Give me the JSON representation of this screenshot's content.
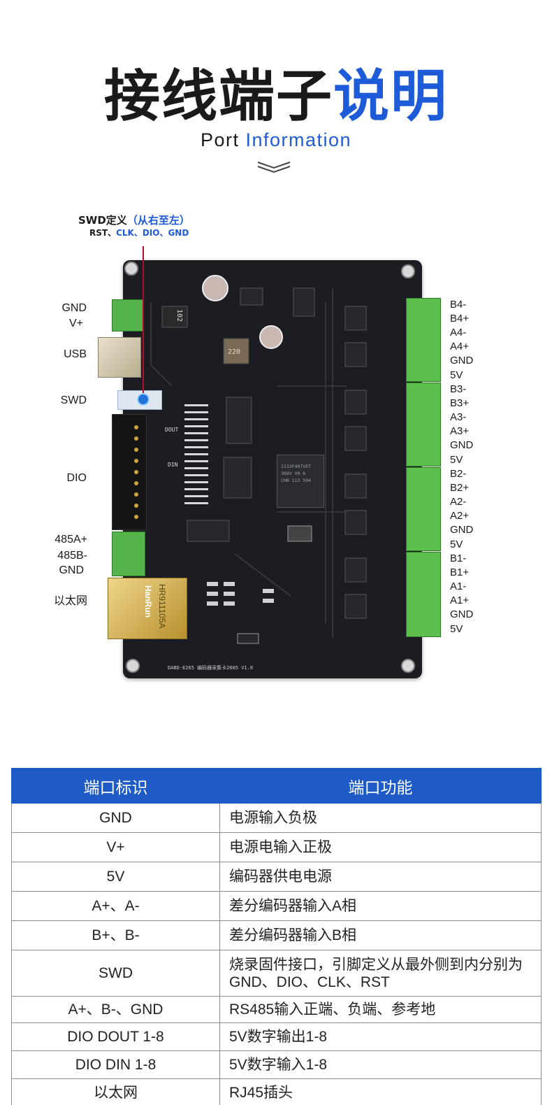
{
  "header": {
    "title_dark": "接线端子",
    "title_blue": "说明",
    "subtitle_dark": "Port",
    "subtitle_blue": "Information"
  },
  "swd_definition": {
    "title_dark": "SWD定义",
    "title_blue": "（从右至左）",
    "pins_dark": "RST、",
    "pins_blue": "CLK、DIO、GND"
  },
  "left_labels": {
    "gnd": "GND",
    "vplus": "V+",
    "usb": "USB",
    "swd": "SWD",
    "dio": "DIO",
    "rs485_a": "485A+",
    "rs485_b": "485B-",
    "rs485_gnd": "GND",
    "ethernet": "以太网"
  },
  "right_labels": [
    "B4-",
    "B4+",
    "A4-",
    "A4+",
    "GND",
    "5V",
    "B3-",
    "B3+",
    "A3-",
    "A3+",
    "GND",
    "5V",
    "B2-",
    "B2+",
    "A2-",
    "A2+",
    "GND",
    "5V",
    "B1-",
    "B1+",
    "A1-",
    "A1+",
    "GND",
    "5V"
  ],
  "board_silk": {
    "mcu_line1": "1132F407VET",
    "mcu_line2": "368V V0 6",
    "mcu_line3": "CHN 113 504",
    "inductor": "102",
    "inductor2": "220",
    "board_name": "DABD-E265 编码器采集卡2605 V1.0",
    "rj45_brand": "HanRun",
    "rj45_model": "HR911105A",
    "dout": "DOUT",
    "din": "DIN"
  },
  "table": {
    "headers": [
      "端口标识",
      "端口功能"
    ],
    "rows": [
      {
        "port": "GND",
        "function": "电源输入负极"
      },
      {
        "port": "V+",
        "function": "电源电输入正极"
      },
      {
        "port": "5V",
        "function": "编码器供电电源"
      },
      {
        "port": "A+、A-",
        "function": "差分编码器输入A相"
      },
      {
        "port": "B+、B-",
        "function": "差分编码器输入B相"
      },
      {
        "port": "SWD",
        "function": "烧录固件接口，引脚定义从最外侧到内分别为GND、DIO、CLK、RST"
      },
      {
        "port": "A+、B-、GND",
        "function": "RS485输入正端、负端、参考地"
      },
      {
        "port": "DIO DOUT 1-8",
        "function": "5V数字输出1-8"
      },
      {
        "port": "DIO DIN 1-8",
        "function": "5V数字输入1-8"
      },
      {
        "port": "以太网",
        "function": "RJ45插头"
      }
    ]
  },
  "colors": {
    "brand_blue": "#1e5bd8",
    "table_header": "#1e5bc6",
    "terminal_green": "#5cbf4e",
    "pcb_black": "#1b1d22"
  }
}
